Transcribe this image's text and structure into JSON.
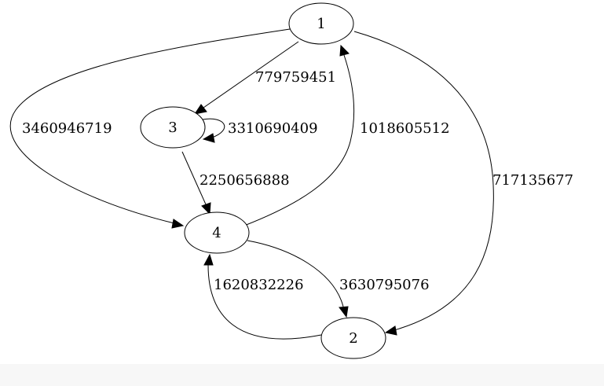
{
  "graph": {
    "nodes": [
      {
        "id": "1",
        "label": "1"
      },
      {
        "id": "3",
        "label": "3"
      },
      {
        "id": "4",
        "label": "4"
      },
      {
        "id": "2",
        "label": "2"
      }
    ],
    "edges": [
      {
        "from": "1",
        "to": "3",
        "label": "779759451"
      },
      {
        "from": "1",
        "to": "4",
        "label": "3460946719"
      },
      {
        "from": "1",
        "to": "2",
        "label": "717135677"
      },
      {
        "from": "3",
        "to": "3",
        "label": "3310690409"
      },
      {
        "from": "3",
        "to": "4",
        "label": "2250656888"
      },
      {
        "from": "4",
        "to": "1",
        "label": "1018605512"
      },
      {
        "from": "4",
        "to": "2",
        "label": "3630795076"
      },
      {
        "from": "2",
        "to": "4",
        "label": "1620832226"
      }
    ]
  }
}
